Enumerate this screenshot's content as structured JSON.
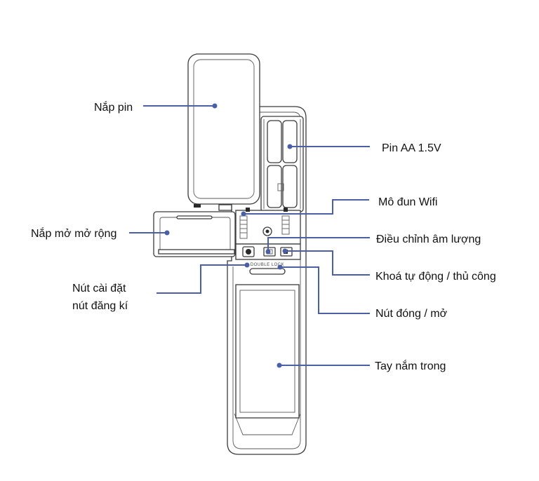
{
  "colors": {
    "leader": "#4a5fa6",
    "outline": "#3a3a3a",
    "text": "#111111"
  },
  "device": {
    "engraving": "DOUBLE LOCK"
  },
  "labels": {
    "battery_cover": "Nắp pin",
    "aa_battery": "Pin AA 1.5V",
    "wifi_module": "Mô đun Wifi",
    "expansion_cover": "Nắp mở mở rộng",
    "volume_adjust": "Điều chỉnh âm lượng",
    "auto_manual_lock": "Khoá tự động / thủ công",
    "setup_button_line1": "Nút cài đặt",
    "setup_button_line2": "nút đăng kí",
    "open_close_button": "Nút đóng / mở",
    "inner_handle": "Tay nắm trong"
  }
}
